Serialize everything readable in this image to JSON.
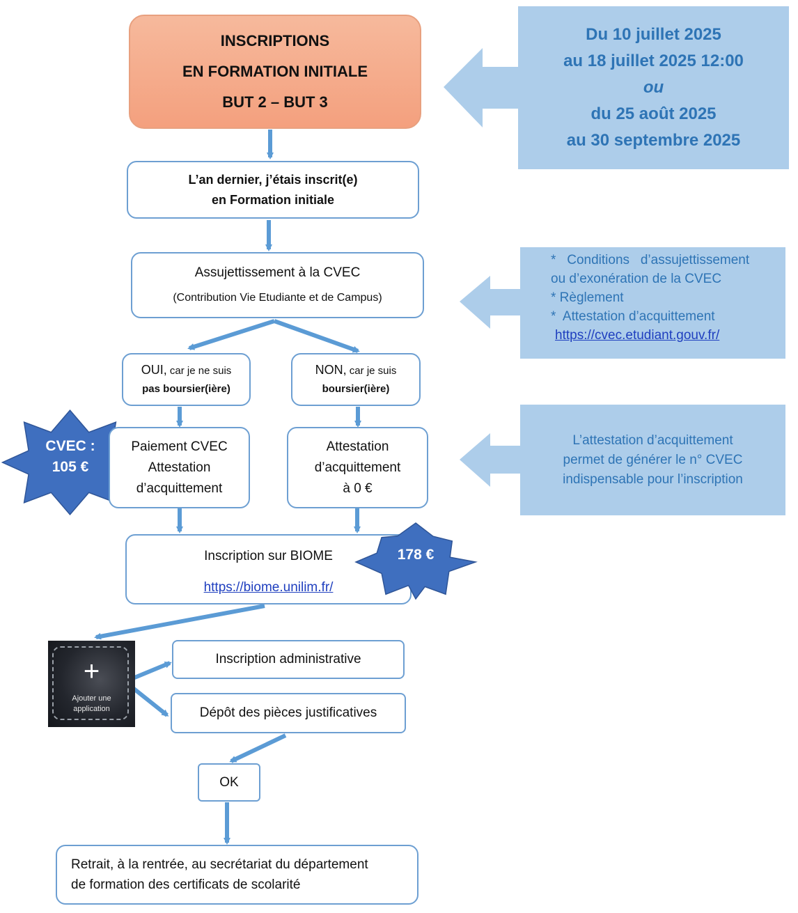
{
  "title": {
    "line1": "INSCRIPTIONS",
    "line2": "EN FORMATION INITIALE",
    "line3": "BUT 2 – BUT 3"
  },
  "dates_panel": {
    "line1": "Du 10 juillet 2025",
    "line2": "au 18 juillet 2025 12:00",
    "or": "ou",
    "line3": "du 25 août 2025",
    "line4": "au 30 septembre 2025"
  },
  "step_last_year": {
    "line1": "L’an dernier, j’étais inscrit(e)",
    "line2": "en Formation initiale"
  },
  "step_cvec": {
    "title": "Assujettissement à la CVEC",
    "subtitle": "(Contribution Vie Etudiante et de Campus)"
  },
  "cvec_info_panel": {
    "item1": "*   Conditions   d’assujettissement",
    "item1b": "ou d’exonération de la CVEC",
    "item2": "* Règlement",
    "item3": "*  Attestation d’acquittement",
    "link": "https://cvec.etudiant.gouv.fr/"
  },
  "branch_yes": {
    "lead": "OUI,",
    "rest": " car je ne suis",
    "bold": "pas boursier(ière)"
  },
  "branch_no": {
    "lead": "NON,",
    "rest": " car je suis",
    "bold": "boursier(ière)"
  },
  "payment_box": {
    "line1": "Paiement CVEC",
    "line2": "Attestation",
    "line3": "d’acquittement"
  },
  "zero_box": {
    "line1": "Attestation",
    "line2": "d’acquittement",
    "line3": "à 0 €"
  },
  "star_cvec": {
    "line1": "CVEC :",
    "line2": "105 €"
  },
  "star_fee": {
    "label": "178 €"
  },
  "attest_info_panel": {
    "line1": "L’attestation d’acquittement",
    "line2": "permet de générer le n° CVEC",
    "line3": "indispensable pour l’inscription"
  },
  "biome_box": {
    "title": "Inscription sur BIOME",
    "link": "https://biome.unilim.fr/"
  },
  "app_tile": {
    "plus": "+",
    "line1": "Ajouter une",
    "line2": "application"
  },
  "admin_box": {
    "label": "Inscription administrative"
  },
  "docs_box": {
    "label": "Dépôt des pièces justificatives"
  },
  "ok_box": {
    "label": "OK"
  },
  "final_box": {
    "line1": "Retrait, à la rentrée, au secrétariat du département",
    "line2": "de formation des certificats de scolarité"
  },
  "colors": {
    "arrow": "#5b9bd5",
    "panel": "#adcdea",
    "panel_text": "#2e74b5",
    "star": "#3f6fbf",
    "title_fill": "#f4a783"
  }
}
